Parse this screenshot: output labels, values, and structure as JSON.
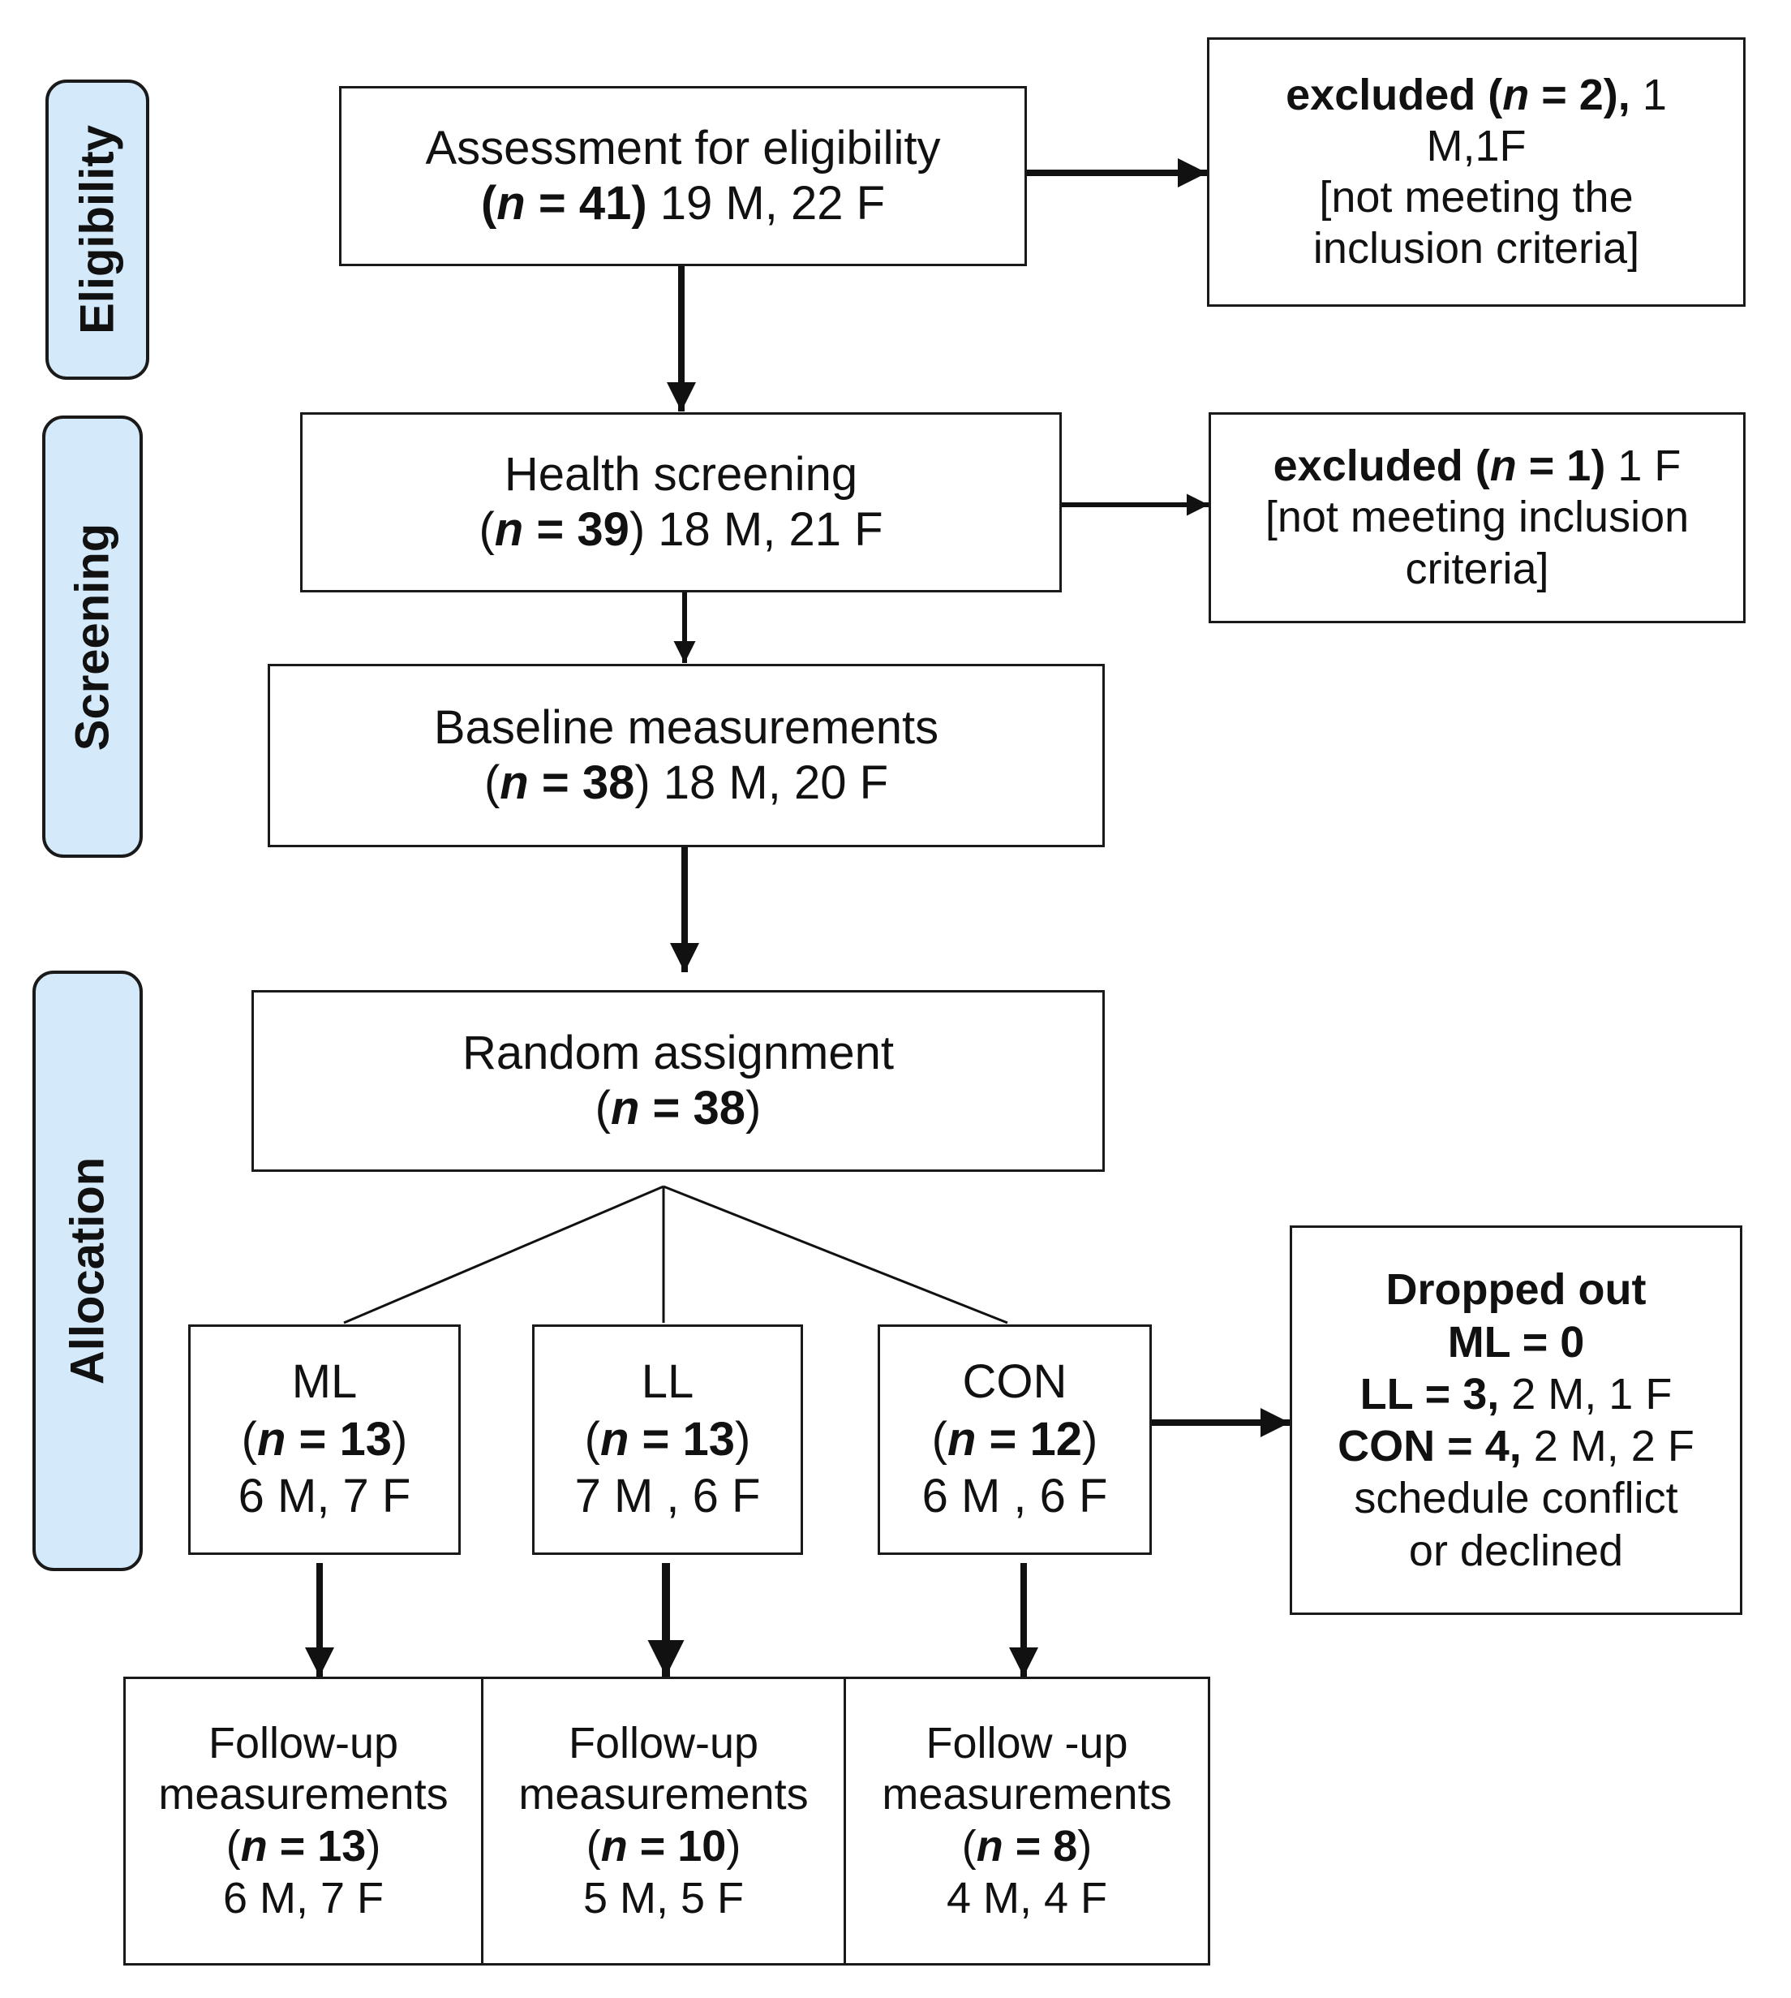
{
  "phases": {
    "eligibility": "Eligibility",
    "screening": "Screening",
    "allocation": "Allocation"
  },
  "n_label": "n",
  "assessment": {
    "title": "Assessment for eligibility",
    "n_value": "41",
    "detail": "19 M, 22 F"
  },
  "excluded_eligibility": {
    "label": "excluded (",
    "n_value": "2",
    "detail_a": "1",
    "detail_b": "M,1F",
    "reason_a": "[not meeting the",
    "reason_b": "inclusion criteria]"
  },
  "health_screening": {
    "title": "Health screening",
    "n_value": "39",
    "detail": "18 M, 21 F"
  },
  "excluded_screening": {
    "label": "excluded (",
    "n_value": "1",
    "detail": "1 F",
    "reason_a": "[not meeting inclusion",
    "reason_b": "criteria]"
  },
  "baseline": {
    "title": "Baseline measurements",
    "n_value": "38",
    "detail": "18 M, 20 F"
  },
  "random_assignment": {
    "title": "Random assignment",
    "n_value": "38"
  },
  "groups": [
    {
      "name": "ML",
      "n_value": "13",
      "detail": "6 M, 7 F"
    },
    {
      "name": "LL",
      "n_value": "13",
      "detail": "7 M , 6 F"
    },
    {
      "name": "CON",
      "n_value": "12",
      "detail": "6 M , 6 F"
    }
  ],
  "dropped_out": {
    "title": "Dropped out",
    "ml": "ML = 0",
    "ll_bold": "LL = 3,",
    "ll_detail": "2 M, 1 F",
    "con_bold": "CON = 4,",
    "con_detail": "2 M, 2 F",
    "reason_a": "schedule conflict",
    "reason_b": "or declined"
  },
  "followups": [
    {
      "title_a": "Follow-up",
      "title_b": "measurements",
      "n_value": "13",
      "detail": "6 M, 7 F"
    },
    {
      "title_a": "Follow-up",
      "title_b": "measurements",
      "n_value": "10",
      "detail": "5 M, 5 F"
    },
    {
      "title_a": "Follow -up",
      "title_b": "measurements",
      "n_value": "8",
      "detail": "4 M, 4 F"
    }
  ]
}
